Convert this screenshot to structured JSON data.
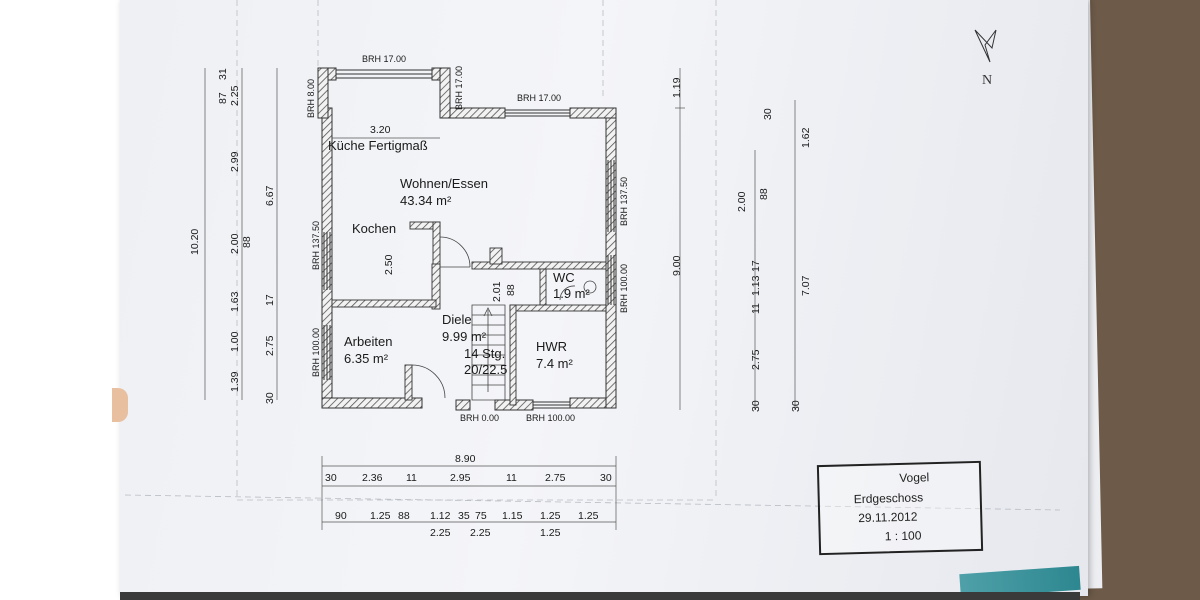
{
  "plan": {
    "rooms": [
      {
        "name": "Wohnen/Essen",
        "area": "43.34 m²"
      },
      {
        "name": "Kochen",
        "area": ""
      },
      {
        "name": "WC",
        "area": "1.9 m²"
      },
      {
        "name": "Diele",
        "area": "9.99 m²",
        "stairs": "14 Stg.",
        "rise": "20/22.5"
      },
      {
        "name": "Arbeiten",
        "area": "6.35 m²"
      },
      {
        "name": "HWR",
        "area": "7.4 m²"
      },
      {
        "name": "Küche Fertigmaß",
        "area": ""
      }
    ],
    "window_labels": [
      "BRH 17.00",
      "BRH 17.00",
      "BRH 17.00",
      "BRH 8.00",
      "BRH 137.50",
      "BRH 137.50",
      "BRH 100.00",
      "BRH 100.00",
      "BRH 0.00",
      "BRH 100.00"
    ],
    "interior_dims": [
      "3.20",
      "2.50",
      "2.01",
      "88"
    ],
    "dims_bottom_total": "8.90",
    "dims_bottom_row1": [
      "30",
      "2.36",
      "11",
      "2.95",
      "11",
      "2.75",
      "30"
    ],
    "dims_bottom_row2": [
      "90",
      "1.25",
      "88",
      "1.12",
      "35",
      "75",
      "1.15",
      "1.25",
      "1.25"
    ],
    "dims_bottom_row3": [
      "2.25",
      "2.25",
      "1.25"
    ],
    "dims_left_total": "10.20",
    "dims_left_outer": [
      "1.39",
      "1.00",
      "1.63",
      "2.00",
      "88",
      "2.99",
      "2.25",
      "87",
      "31"
    ],
    "dims_left_inner": [
      "30",
      "2.75",
      "17",
      "6.67"
    ],
    "dims_right_total": "9.00",
    "dims_right_top": "1.19",
    "dims_right_a": [
      "30",
      "2.75",
      "11",
      "1.13",
      "17",
      "2.00",
      "88"
    ],
    "dims_right_b": [
      "30",
      "7.07",
      "1.62",
      "30"
    ],
    "north_label": "N"
  },
  "titleblock": {
    "name": "Vogel",
    "floor": "Erdgeschoss",
    "date": "29.11.2012",
    "scale": "1 : 100"
  }
}
